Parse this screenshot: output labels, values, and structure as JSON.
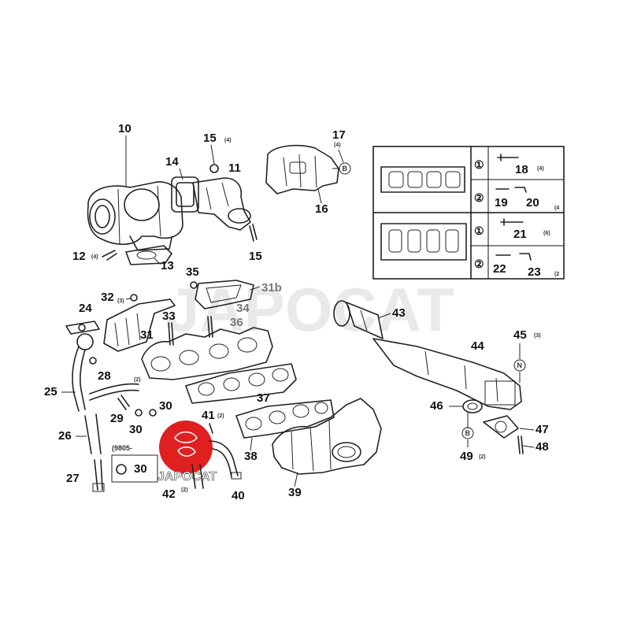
{
  "watermark": "JAPOCAT",
  "logo": {
    "text": "JAPOCAT",
    "color": "#e02020"
  },
  "labels": {
    "p10": "10",
    "p15a": "15",
    "p15a_q": "(4)",
    "p14": "14",
    "p11": "11",
    "p12": "12",
    "p12_q": "(4)",
    "p13": "13",
    "p15b": "15",
    "p17": "17",
    "p17_q": "(4)",
    "p16": "16",
    "p35": "35",
    "p31b": "31b",
    "p32": "32",
    "p32_q": "(3)",
    "p34": "34",
    "p24": "24",
    "p33": "33",
    "p36": "36",
    "p31": "31",
    "p28": "28",
    "p25": "25",
    "p25_q": "(2)",
    "p43": "43",
    "p44": "44",
    "p45": "45",
    "p45_q": "(3)",
    "p37": "37",
    "p30a": "30",
    "p29": "29",
    "p30b": "30",
    "p41": "41",
    "p41_q": "(2)",
    "p26": "26",
    "p9805": "(9805-",
    "p30c": "30",
    "p27": "27",
    "p42": "42",
    "p42_q": "(2)",
    "p40": "40",
    "p38": "38",
    "p39": "39",
    "p46": "46",
    "p47": "47",
    "p48": "48",
    "p49": "49",
    "p49_q": "(2)"
  },
  "inset": {
    "circle1": "①",
    "circle2": "②",
    "p18": "18",
    "p18_q": "(4)",
    "p19": "19",
    "p20": "20",
    "p20_q": "(4",
    "p21": "21",
    "p21_q": "(6)",
    "p22": "22",
    "p23": "23",
    "p23_q": "(2"
  },
  "markers": {
    "b": "B",
    "n": "N"
  }
}
